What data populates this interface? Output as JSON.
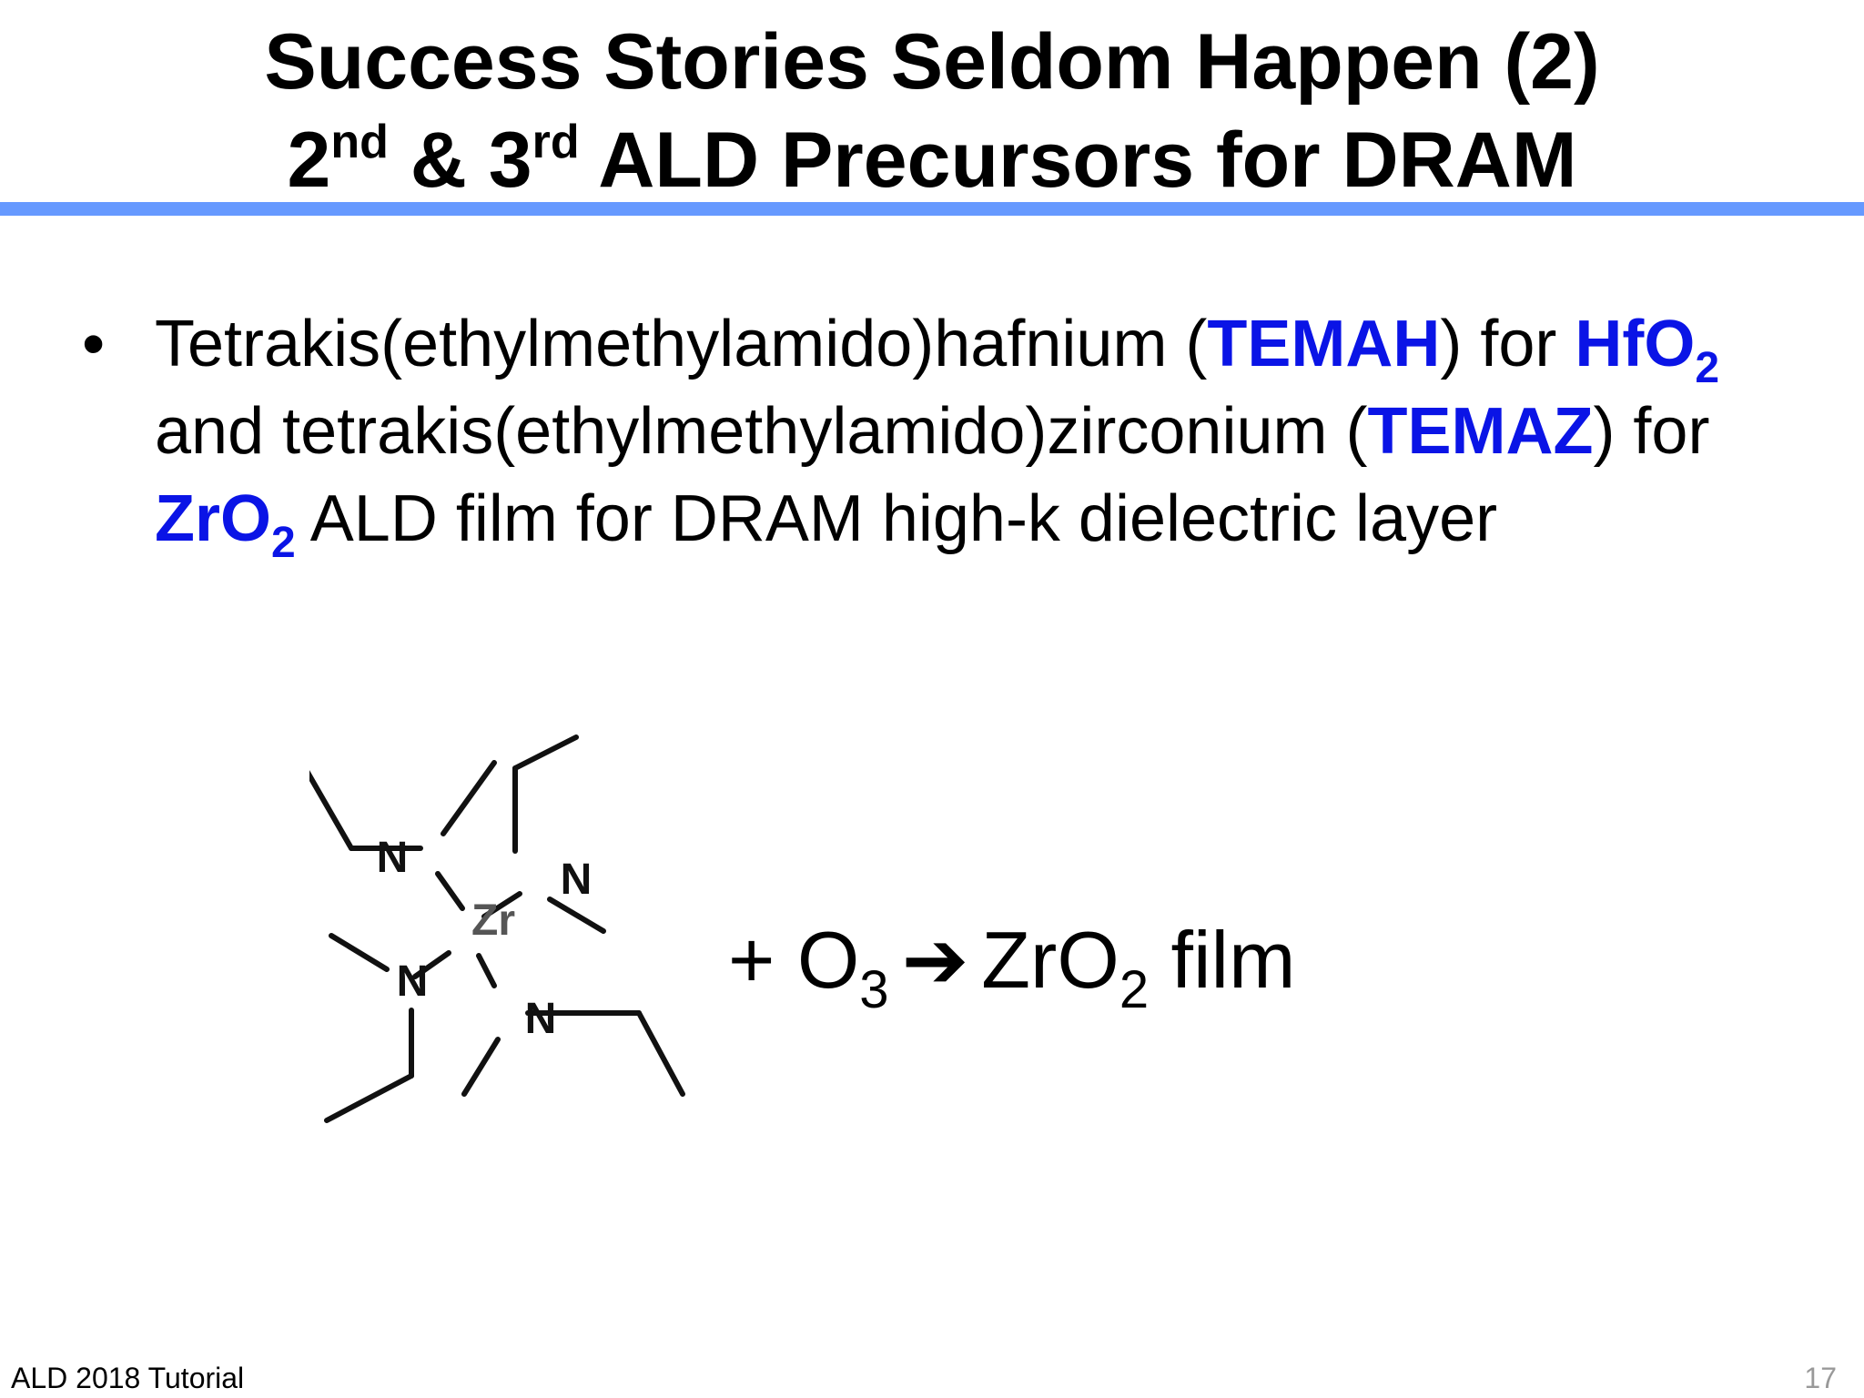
{
  "title": {
    "line1": "Success Stories Seldom Happen (2)",
    "line2_num1": "2",
    "line2_sup1": "nd",
    "line2_amp": " & 3",
    "line2_sup2": "rd",
    "line2_rest": " ALD Precursors for DRAM"
  },
  "bullet": {
    "marker": "•",
    "t1": "Tetrakis(ethylmethylamido)hafnium (",
    "temah": "TEMAH",
    "t2": ") for ",
    "hfo": "HfO",
    "hfo_sub": "2",
    "t3": " and tetrakis(ethylmethylamido)zirconium (",
    "temaz": "TEMAZ",
    "t4": ") for ",
    "zro": "ZrO",
    "zro_sub": "2",
    "t5": " ALD film for DRAM high-k dielectric layer"
  },
  "molecule": {
    "center_atom": "Zr",
    "n_atom": "N"
  },
  "reaction": {
    "plus_o": "+ O",
    "o_sub": "3",
    "arrow": "➔",
    "zro": "ZrO",
    "zro_sub": "2",
    "film": " film"
  },
  "footer": {
    "left": "ALD 2018 Tutorial",
    "page_number": "17"
  },
  "colors": {
    "accent_rule": "#6699ff",
    "highlight": "#0a14e6",
    "atom_label": "#555555"
  }
}
